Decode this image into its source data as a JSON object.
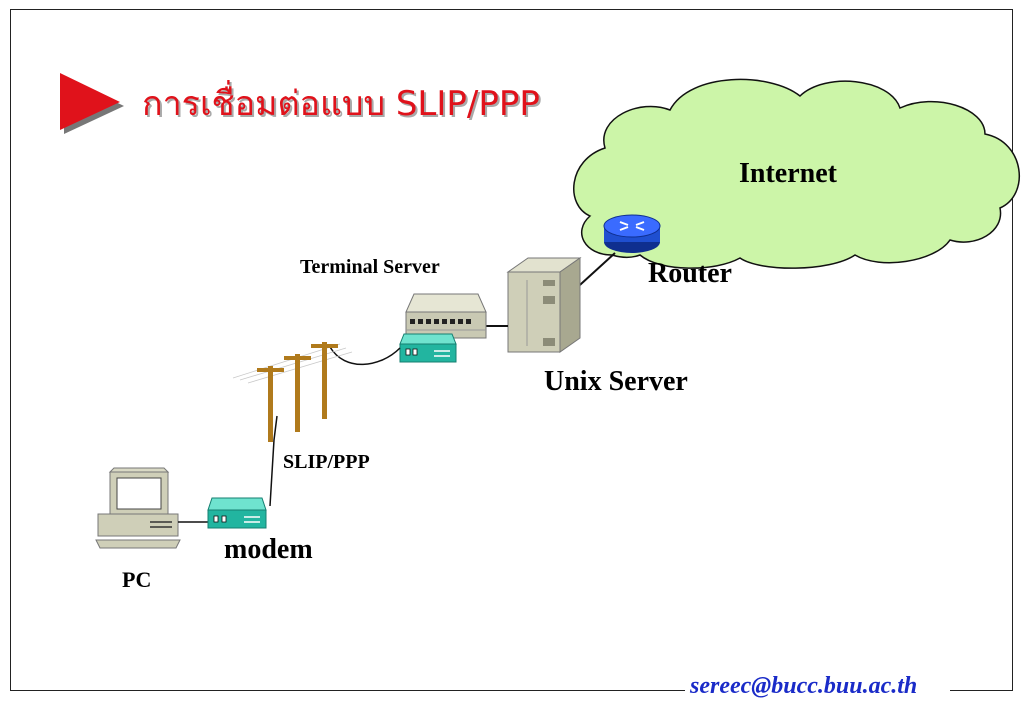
{
  "slide": {
    "title": "การเชื่อมต่อแบบ SLIP/PPP",
    "footer_email": "sereec@bucc.buu.ac.th"
  },
  "diagram": {
    "nodes": {
      "internet": "Internet",
      "router": "Router",
      "terminal_server": "Terminal Server",
      "unix_server": "Unix Server",
      "link": "SLIP/PPP",
      "modem": "modem",
      "pc": "PC"
    }
  },
  "colors": {
    "title": "#e0121b",
    "bullet": "#e0121b",
    "cloud_fill": "#ccf5a8",
    "router": "#1f4fd0",
    "modem": "#22b5a0",
    "pole": "#b07a1c",
    "email": "#1a2bc8"
  }
}
